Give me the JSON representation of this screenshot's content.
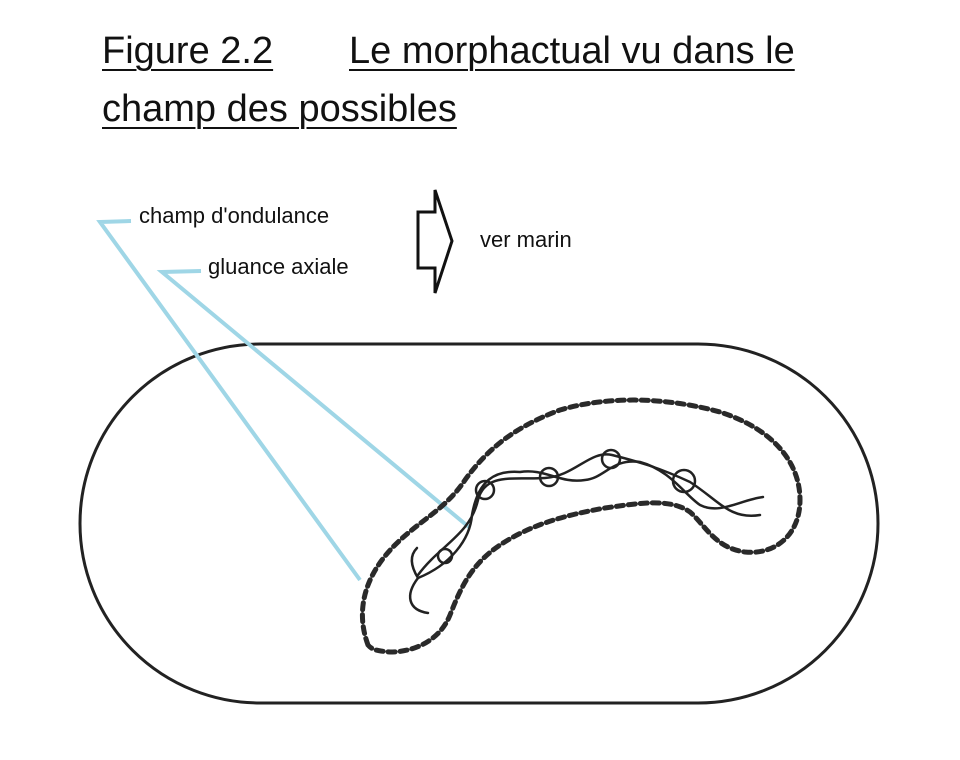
{
  "title": {
    "figure_number": "Figure 2.2",
    "line1": "Le morphactual vu dans le",
    "line2": "champ des possibles"
  },
  "labels": {
    "field": "champ d'ondulance",
    "axis": "gluance axiale",
    "result": "ver marin"
  },
  "colors": {
    "leader_lines": "#9fd6e6",
    "ink": "#222222"
  }
}
